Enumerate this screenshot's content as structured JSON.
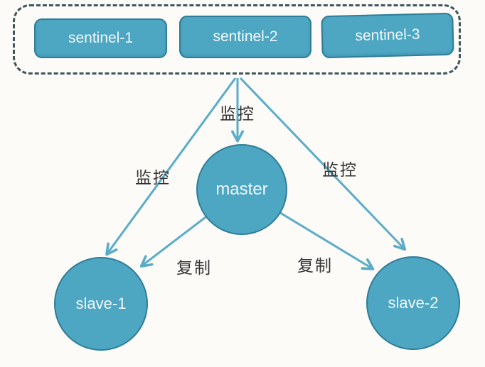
{
  "diagram_title": "redis-sentinel-master-slave-topology",
  "colors": {
    "node_fill": "#4da6c2",
    "node_border": "#2f7d98",
    "arrow": "#5aacc9",
    "dashed_border": "#40565e",
    "label_text": "#333333",
    "node_text": "#f2f8fa",
    "background": "#fcfbf8"
  },
  "sentinel_group": {
    "boxes": [
      {
        "label": "sentinel-1"
      },
      {
        "label": "sentinel-2"
      },
      {
        "label": "sentinel-3"
      }
    ]
  },
  "nodes": {
    "master": {
      "label": "master",
      "shape": "circle"
    },
    "slave1": {
      "label": "slave-1",
      "shape": "circle"
    },
    "slave2": {
      "label": "slave-2",
      "shape": "circle"
    }
  },
  "edges": [
    {
      "from": "sentinel-group",
      "to": "master",
      "label": "监控"
    },
    {
      "from": "sentinel-group",
      "to": "slave-1",
      "label": "监控"
    },
    {
      "from": "sentinel-group",
      "to": "slave-2",
      "label": "监控"
    },
    {
      "from": "master",
      "to": "slave-1",
      "label": "复制"
    },
    {
      "from": "master",
      "to": "slave-2",
      "label": "复制"
    }
  ]
}
